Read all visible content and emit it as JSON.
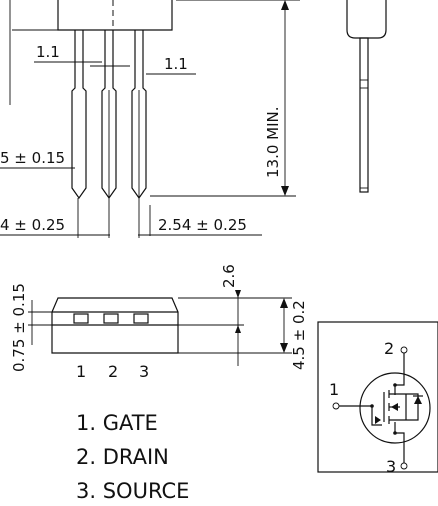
{
  "dimensions": {
    "lead_width_left": "1.1",
    "lead_width_right": "1.1",
    "min_lead_length": "13.0 MIN.",
    "lead_thickness_partial": "5 ± 0.15",
    "pitch_left_partial": "4 ± 0.25",
    "pitch_right": "2.54 ± 0.25",
    "flange_thickness": "0.75 ± 0.15",
    "body_depth": "2.6",
    "body_height": "4.5 ± 0.2"
  },
  "pin_numbers": [
    "1",
    "2",
    "3"
  ],
  "legend": [
    {
      "text": "1. GATE"
    },
    {
      "text": "2. DRAIN"
    },
    {
      "text": "3. SOURCE"
    }
  ],
  "schematic": {
    "gate_pin": "1",
    "drain_pin": "2",
    "source_pin": "3"
  }
}
